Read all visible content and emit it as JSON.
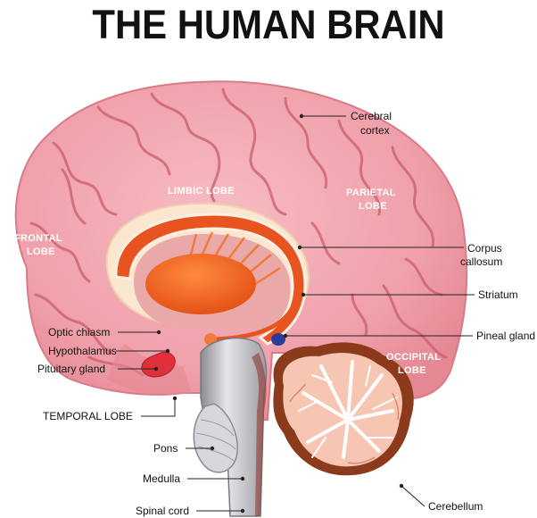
{
  "title": "THE HUMAN BRAIN",
  "lobes": {
    "limbic": "LIMBIC LOBE",
    "frontal": [
      "FRONTAL",
      "LOBE"
    ],
    "parietal": [
      "PARIETAL",
      "LOBE"
    ],
    "occipital": [
      "OCCIPITAL",
      "LOBE"
    ]
  },
  "labels": {
    "cerebral_cortex": [
      "Cerebral",
      "cortex"
    ],
    "corpus_callosum": [
      "Corpus",
      "callosum"
    ],
    "striatum": "Striatum",
    "pineal_gland": "Pineal gland",
    "cerebellum": "Cerebellum",
    "optic_chiasm": "Optic chiasm",
    "hypothalamus": "Hypothalamus",
    "pituitary_gland": "Pituitary gland",
    "temporal_lobe": "TEMPORAL LOBE",
    "pons": "Pons",
    "medulla": "Medulla",
    "spinal_cord": "Spinal cord"
  },
  "colors": {
    "cortex": "#f2a6ae",
    "cortex_dark": "#d9727f",
    "sulcus": "#c95d6c",
    "corpus": "#e8541f",
    "corpus_outline": "#fbe6d0",
    "brainstem": "#c9c9cc",
    "cerebellum_outer": "#8c3a1c",
    "cerebellum_inner": "#f6c6b3",
    "pituitary": "#e0303c",
    "pineal": "#2a3b9c"
  }
}
